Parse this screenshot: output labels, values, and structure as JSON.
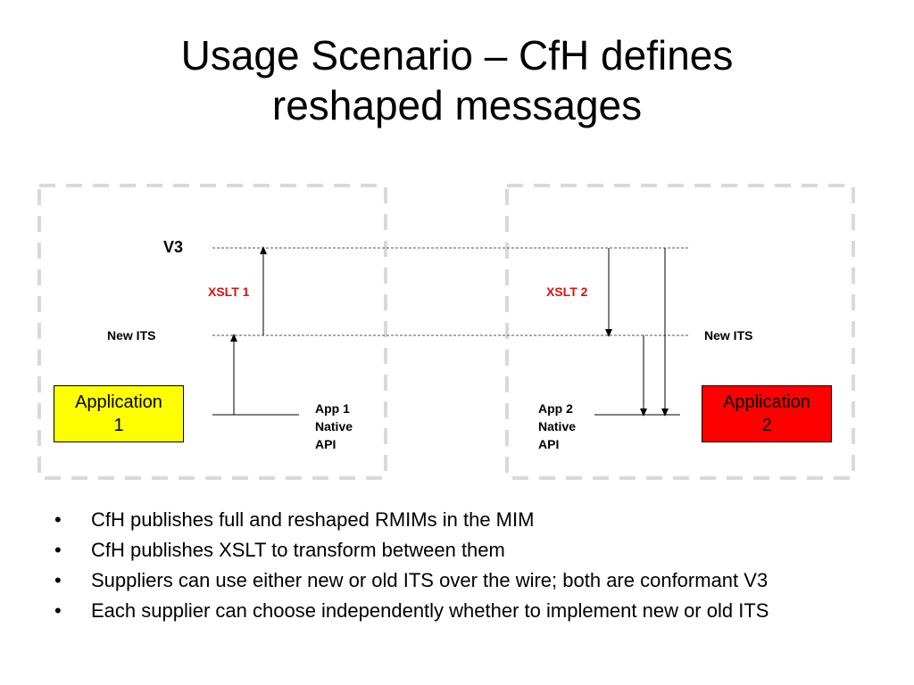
{
  "title_line1": "Usage Scenario – CfH defines",
  "title_line2": "reshaped messages",
  "diagram": {
    "v3_label": "V3",
    "xslt1_label": "XSLT 1",
    "xslt2_label": "XSLT 2",
    "new_its_left": "New ITS",
    "new_its_right": "New ITS",
    "app1": {
      "line1": "Application",
      "line2": "1",
      "color": "#ffff00"
    },
    "app2": {
      "line1": "Application",
      "line2": "2",
      "color": "#ff0000"
    },
    "app1_api": [
      "App 1",
      "Native",
      "API"
    ],
    "app2_api": [
      "App 2",
      "Native",
      "API"
    ],
    "label_red": "#e01010",
    "frame_color": "#d9d9d9"
  },
  "bullets": [
    "CfH publishes full and reshaped RMIMs in the MIM",
    "CfH publishes XSLT to transform between them",
    "Suppliers can use either new or old ITS over the wire; both are conformant V3",
    "Each supplier can choose independently whether to implement new or old ITS"
  ]
}
